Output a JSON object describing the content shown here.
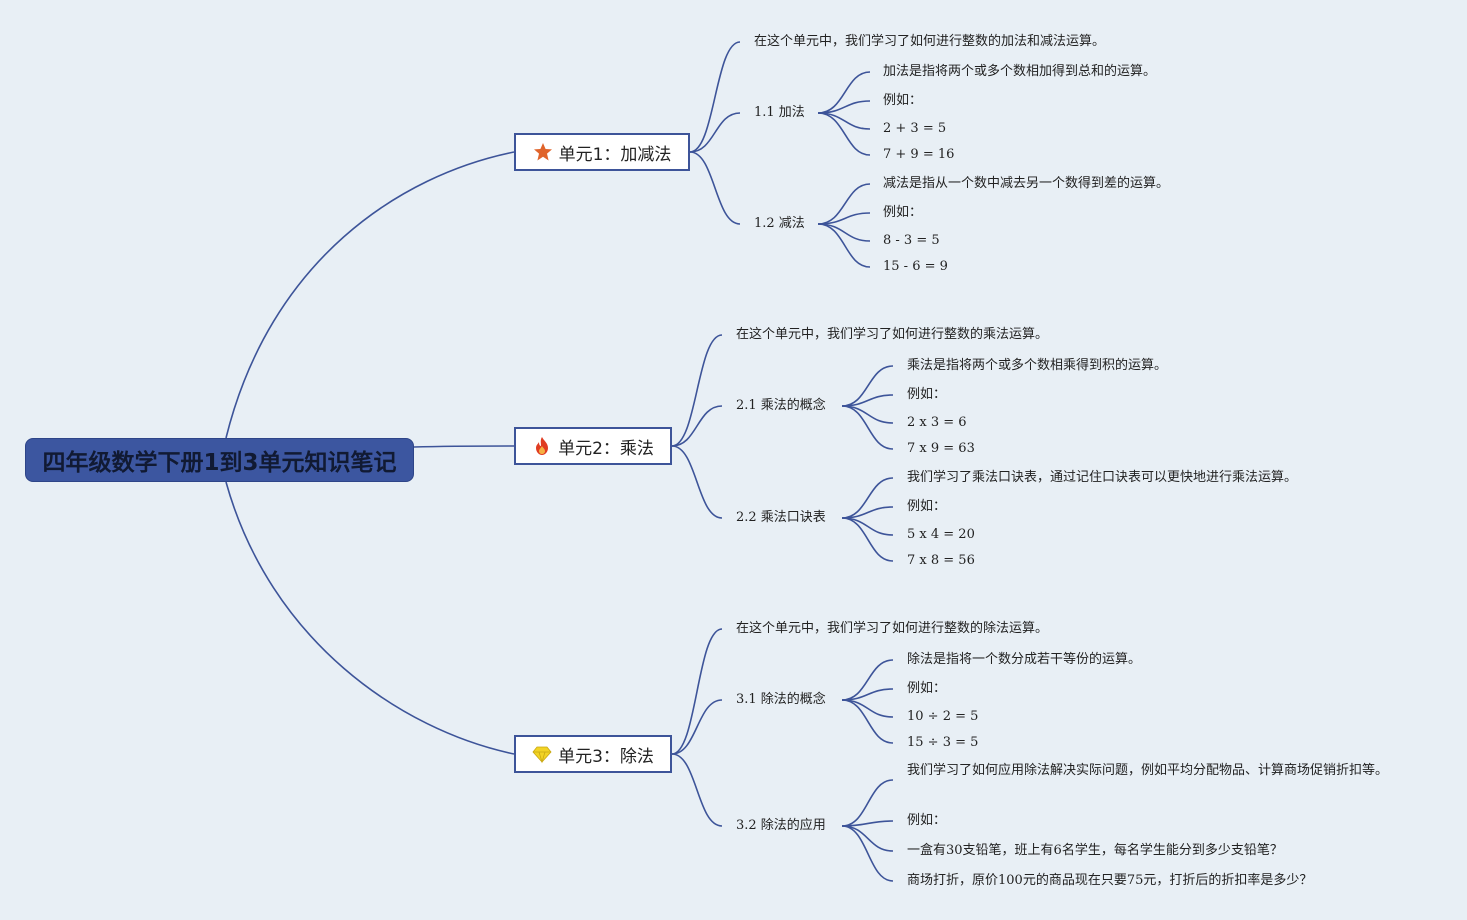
{
  "root": {
    "title": "四年级数学下册1到3单元知识笔记"
  },
  "units": [
    {
      "title": "单元1：加减法",
      "icon": "star-icon",
      "intro": "在这个单元中，我们学习了如何进行整数的加法和减法运算。",
      "sections": [
        {
          "title": "1.1 加法",
          "items": [
            "加法是指将两个或多个数相加得到总和的运算。",
            "例如：",
            "2 + 3 = 5",
            "7 + 9 = 16"
          ]
        },
        {
          "title": "1.2 减法",
          "items": [
            "减法是指从一个数中减去另一个数得到差的运算。",
            "例如：",
            "8 - 3 = 5",
            "15 - 6 = 9"
          ]
        }
      ]
    },
    {
      "title": "单元2：乘法",
      "icon": "fire-icon",
      "intro": "在这个单元中，我们学习了如何进行整数的乘法运算。",
      "sections": [
        {
          "title": "2.1 乘法的概念",
          "items": [
            "乘法是指将两个或多个数相乘得到积的运算。",
            "例如：",
            "2 x 3 = 6",
            "7 x 9 = 63"
          ]
        },
        {
          "title": "2.2 乘法口诀表",
          "items": [
            "我们学习了乘法口诀表，通过记住口诀表可以更快地进行乘法运算。",
            "例如：",
            "5 x 4 = 20",
            "7 x 8 = 56"
          ]
        }
      ]
    },
    {
      "title": "单元3：除法",
      "icon": "diamond-icon",
      "intro": "在这个单元中，我们学习了如何进行整数的除法运算。",
      "sections": [
        {
          "title": "3.1 除法的概念",
          "items": [
            "除法是指将一个数分成若干等份的运算。",
            "例如：",
            "10 ÷ 2 = 5",
            "15 ÷ 3 = 5"
          ]
        },
        {
          "title": "3.2 除法的应用",
          "items": [
            "我们学习了如何应用除法解决实际问题，例如平均分配物品、计算商场促销折扣等。",
            "例如：",
            "一盒有30支铅笔，班上有6名学生，每名学生能分到多少支铅笔？",
            "商场打折，原价100元的商品现在只要75元，打折后的折扣率是多少？"
          ]
        }
      ]
    }
  ],
  "colors": {
    "background": "#e8eff5",
    "line": "#3d5499",
    "root_fill": "#3c56a0"
  }
}
